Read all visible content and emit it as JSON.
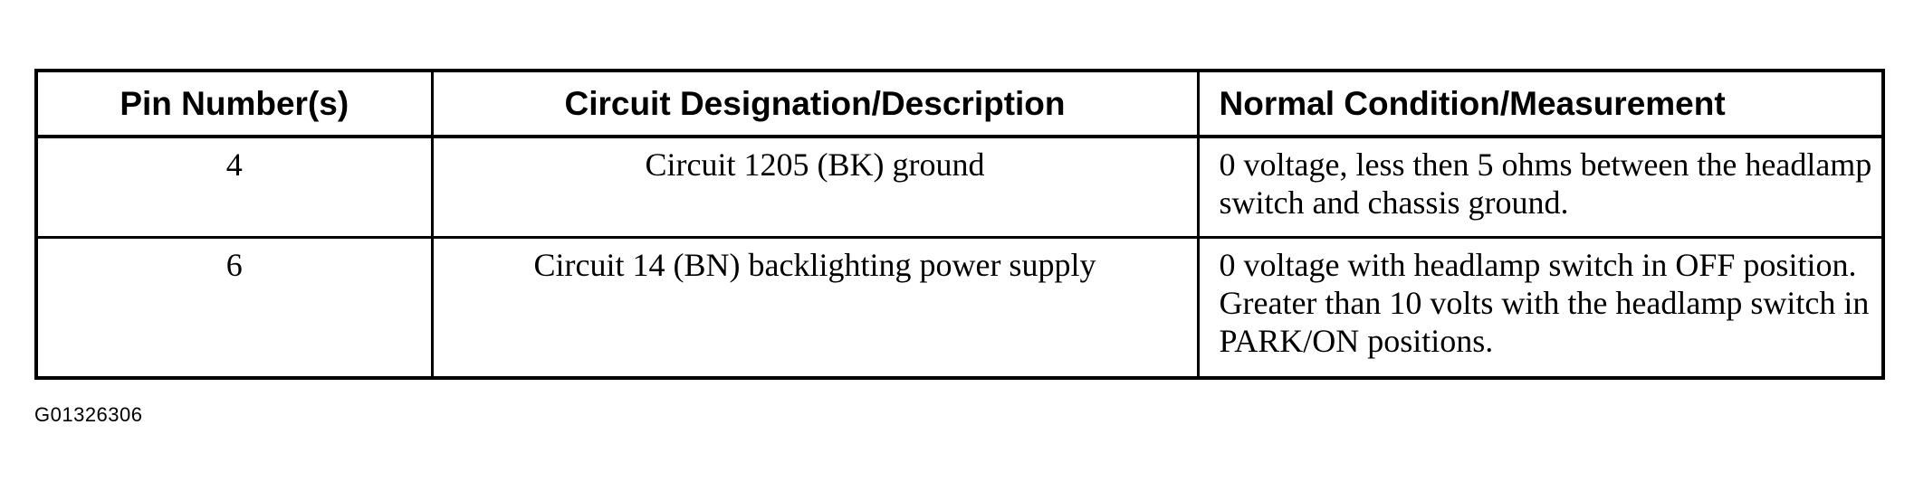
{
  "table": {
    "headers": [
      "Pin Number(s)",
      "Circuit Designation/Description",
      "Normal Condition/Measurement"
    ],
    "rows": [
      {
        "pin": "4",
        "circuit": "Circuit 1205 (BK) ground",
        "condition": "0 voltage, less then 5 ohms between the headlamp switch and chassis ground."
      },
      {
        "pin": "6",
        "circuit": "Circuit 14 (BN) backlighting power supply",
        "condition": "0 voltage with headlamp switch in OFF position. Greater than 10 volts with the headlamp switch in PARK/ON positions."
      }
    ]
  },
  "figure_id": "G01326306"
}
